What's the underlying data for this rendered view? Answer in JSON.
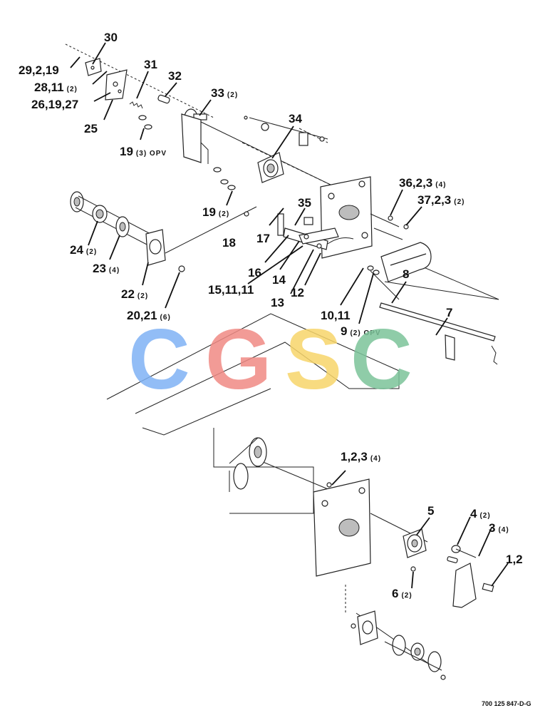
{
  "callouts": [
    {
      "id": "c30",
      "num": "30",
      "qty": ""
    },
    {
      "id": "c29",
      "num": "29,2,19",
      "qty": ""
    },
    {
      "id": "c28",
      "num": "28,11",
      "qty": "(2)"
    },
    {
      "id": "c26",
      "num": "26,19,27",
      "qty": ""
    },
    {
      "id": "c25",
      "num": "25",
      "qty": ""
    },
    {
      "id": "c31",
      "num": "31",
      "qty": ""
    },
    {
      "id": "c32",
      "num": "32",
      "qty": ""
    },
    {
      "id": "c33",
      "num": "33",
      "qty": "(2)"
    },
    {
      "id": "c19a",
      "num": "19",
      "qty": "(3) OPV"
    },
    {
      "id": "c34",
      "num": "34",
      "qty": ""
    },
    {
      "id": "c19b",
      "num": "19",
      "qty": "(2)"
    },
    {
      "id": "c36",
      "num": "36,2,3",
      "qty": "(4)"
    },
    {
      "id": "c37",
      "num": "37,2,3",
      "qty": "(2)"
    },
    {
      "id": "c35",
      "num": "35",
      "qty": ""
    },
    {
      "id": "c18",
      "num": "18",
      "qty": ""
    },
    {
      "id": "c17",
      "num": "17",
      "qty": ""
    },
    {
      "id": "c24",
      "num": "24",
      "qty": "(2)"
    },
    {
      "id": "c23",
      "num": "23",
      "qty": "(4)"
    },
    {
      "id": "c16",
      "num": "16",
      "qty": ""
    },
    {
      "id": "c14",
      "num": "14",
      "qty": ""
    },
    {
      "id": "c15",
      "num": "15,11,11",
      "qty": ""
    },
    {
      "id": "c13",
      "num": "13",
      "qty": ""
    },
    {
      "id": "c12",
      "num": "12",
      "qty": ""
    },
    {
      "id": "c22",
      "num": "22",
      "qty": "(2)"
    },
    {
      "id": "c8",
      "num": "8",
      "qty": ""
    },
    {
      "id": "c10",
      "num": "10,11",
      "qty": ""
    },
    {
      "id": "c20",
      "num": "20,21",
      "qty": "(6)"
    },
    {
      "id": "c9",
      "num": "9",
      "qty": "(2) OPV"
    },
    {
      "id": "c7",
      "num": "7",
      "qty": ""
    },
    {
      "id": "c1",
      "num": "1,2,3",
      "qty": "(4)"
    },
    {
      "id": "c5",
      "num": "5",
      "qty": ""
    },
    {
      "id": "c4",
      "num": "4",
      "qty": "(2)"
    },
    {
      "id": "c3",
      "num": "3",
      "qty": "(4)"
    },
    {
      "id": "c1b",
      "num": "1,2",
      "qty": ""
    },
    {
      "id": "c6",
      "num": "6",
      "qty": "(2)"
    }
  ],
  "watermark": {
    "letters": [
      "C",
      "G",
      "S",
      "C"
    ],
    "colors": [
      "#7fb2f5",
      "#f08a84",
      "#f7d56a",
      "#7cc49a"
    ]
  },
  "figure_ref": "700 125 847-D-G"
}
